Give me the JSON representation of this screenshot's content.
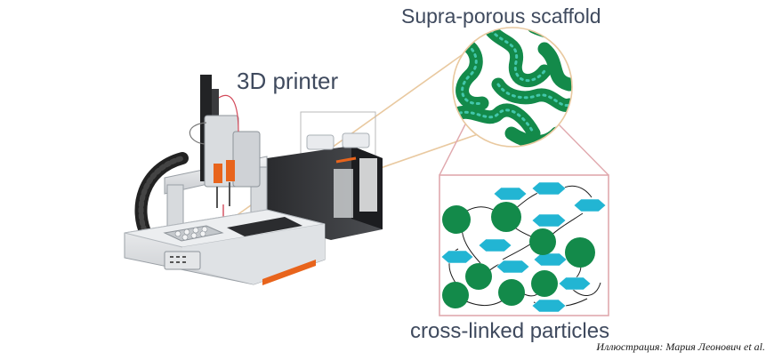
{
  "labels": {
    "printer": "3D printer",
    "scaffold": "Supra-porous scaffold",
    "particles": "cross-linked particles"
  },
  "credit": "Иллюстрация: Мария Леонович et al.",
  "colors": {
    "label_text": "#3f4a5e",
    "particle_green": "#138a4a",
    "linker_cyan": "#22b5d3",
    "zoom_lines": "#e9c9a0",
    "zoom_box_border": "#e0a8ad",
    "accent_orange": "#e8641c"
  }
}
